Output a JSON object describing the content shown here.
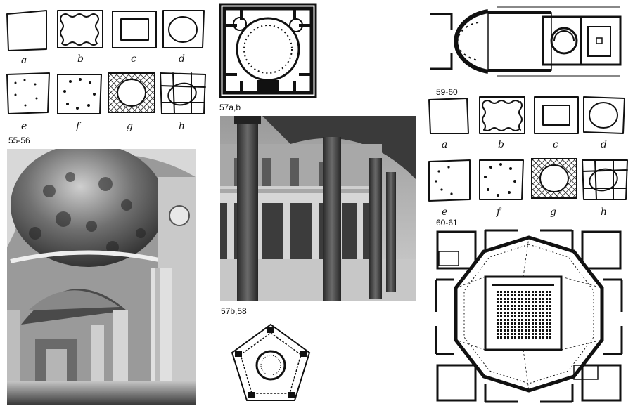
{
  "captions": {
    "c1": "55-56",
    "c2": "57a,b",
    "c3": "57b,58",
    "c4": "59-60",
    "c5": "60-61"
  },
  "sketch_letters": [
    "a",
    "b",
    "c",
    "d",
    "e",
    "f",
    "g",
    "h"
  ],
  "images": {
    "church_interior": "Baroque church interior with painted dome ceiling",
    "courtyard": "Circular colonnaded courtyard with columns"
  }
}
